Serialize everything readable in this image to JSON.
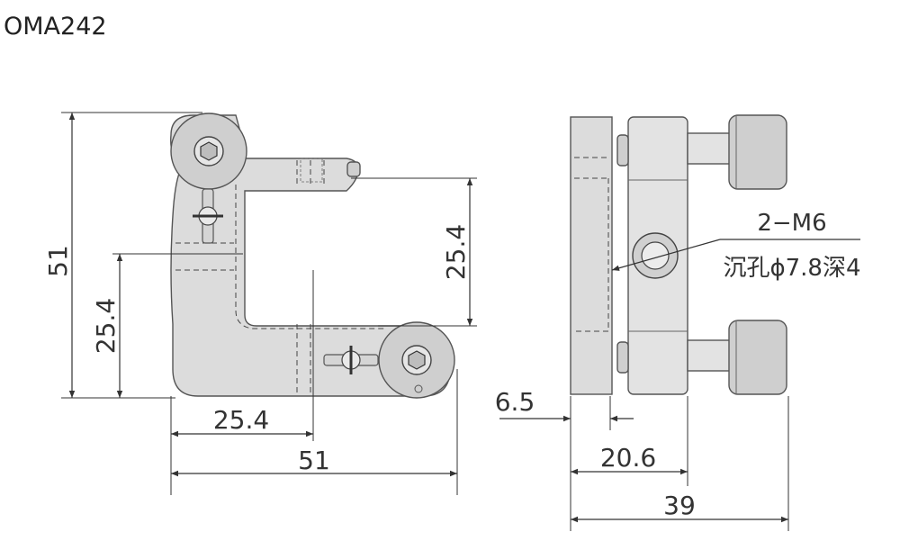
{
  "title": "OMA242",
  "front_view": {
    "dim_height": "51",
    "dim_height_half": "25.4",
    "dim_slot": "25.4",
    "dim_width_half": "25.4",
    "dim_width": "51"
  },
  "side_view": {
    "callout_thread": "2−M6",
    "callout_counterbore": "沉孔ϕ7.8深4",
    "dim_plate": "6.5",
    "dim_depth_inner": "20.6",
    "dim_depth": "39"
  }
}
